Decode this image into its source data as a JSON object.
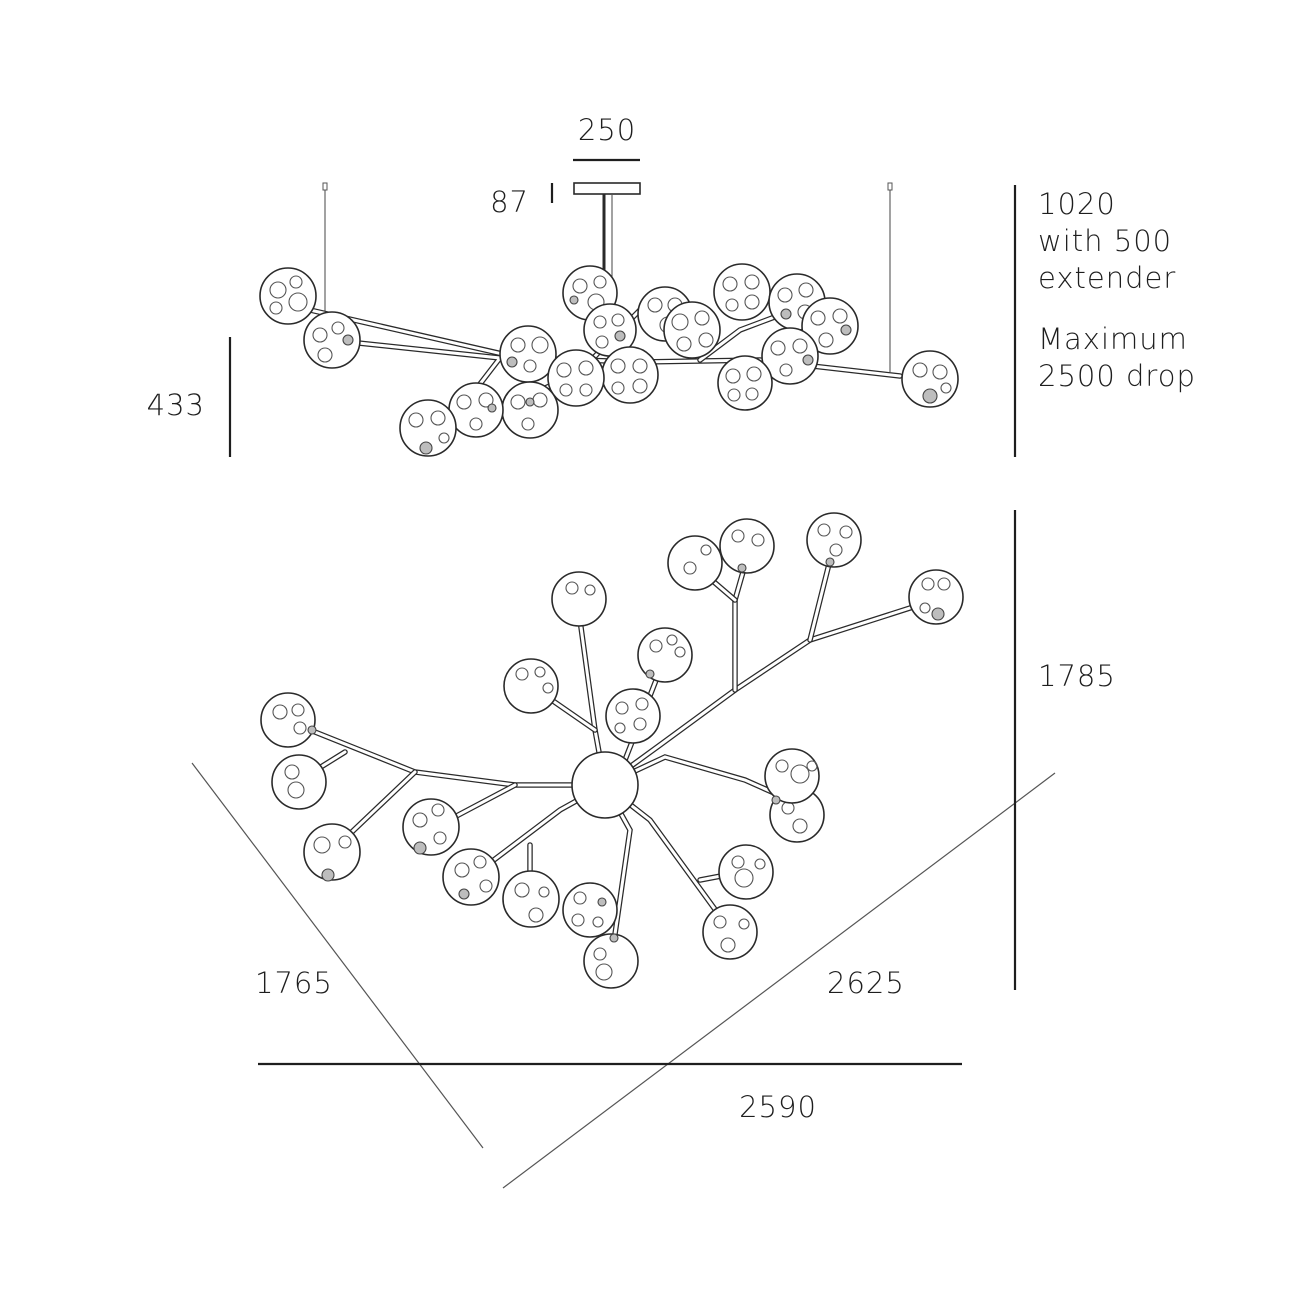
{
  "dimensions": {
    "canopy_width": "250",
    "canopy_height": "87",
    "fixture_height": "433",
    "drop_line1": "1020",
    "drop_line2": "with 500",
    "drop_line3": "extender",
    "max_line1": "Maximum",
    "max_line2": "2500 drop",
    "plan_depth": "1785",
    "diagonal_left": "1765",
    "diagonal_right": "2625",
    "overall_width": "2590"
  },
  "colors": {
    "line": "#1e1e1e",
    "globe_fill": "#ffffff",
    "cell_shade": "#bdbdbd"
  },
  "views": [
    "elevation-view",
    "plan-view"
  ],
  "globe_icon": "glass-globe-icon"
}
